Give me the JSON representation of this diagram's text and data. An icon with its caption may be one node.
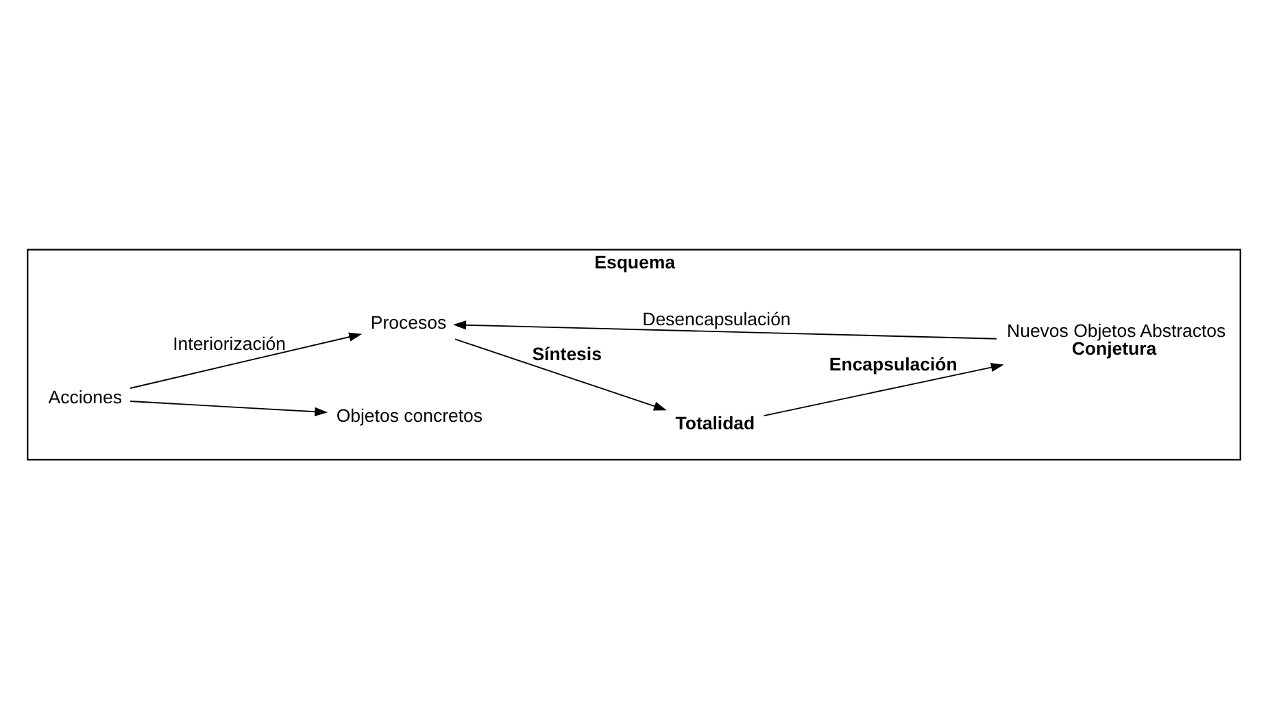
{
  "diagram": {
    "nodes": [
      {
        "text": [
          "Esquema"
        ]
      },
      {
        "text": [
          "Acciones"
        ],
        "in": 0
      },
      {
        "text": [
          "Objetos concretos"
        ],
        "in": 0
      },
      {
        "text": [
          "Procesos"
        ],
        "in": 0
      },
      {
        "text": [
          "Totalidad"
        ],
        "in": 0
      },
      {
        "text": [
          "Nuevos Objetos Abstractos",
          "Conjetura"
        ],
        "in": 0
      }
    ],
    "edges": [
      {
        "from": 1,
        "to": 3,
        "arrow": "to",
        "label": "Interiorización"
      },
      {
        "from": 1,
        "to": 2,
        "arrow": "to"
      },
      {
        "from": 3,
        "to": 4,
        "arrow": "to",
        "label": "Síntesis"
      },
      {
        "from": 4,
        "to": 5,
        "arrow": "to",
        "label": "Encapsulación"
      },
      {
        "from": 5,
        "to": 3,
        "arrow": "to",
        "label": "Desencapsulación"
      }
    ]
  }
}
